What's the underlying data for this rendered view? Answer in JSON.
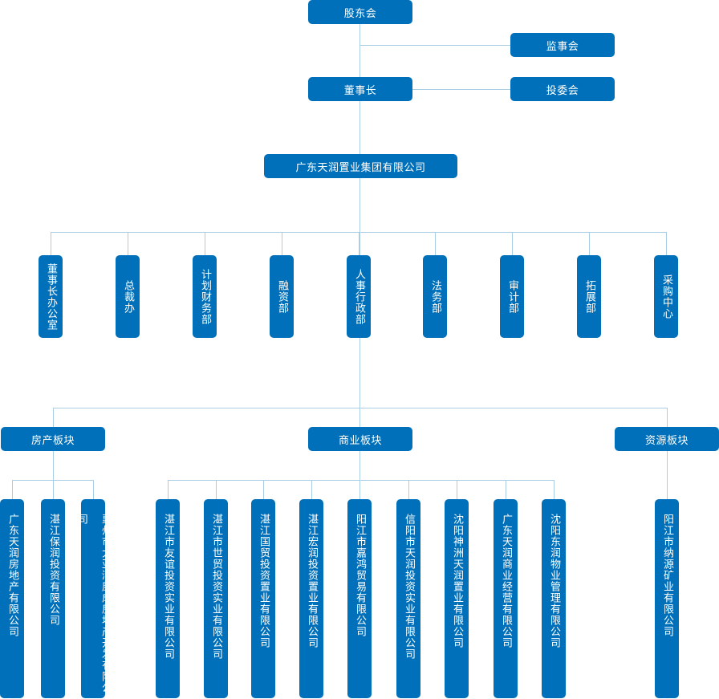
{
  "chart_title": "",
  "colors": {
    "node": "#0070ba",
    "connector": "#a9cde3",
    "text": "#ffffff"
  },
  "top": {
    "shareholders": "股东会",
    "supervisory_board": "监事会",
    "chairman": "董事长",
    "investment_committee": "投委会",
    "group": "广东天润置业集团有限公司"
  },
  "departments": [
    "董事长办公室",
    "总裁办",
    "计划财务部",
    "融资部",
    "人事行政部",
    "法务部",
    "审计部",
    "拓展部",
    "采购中心"
  ],
  "segments": {
    "real_estate": {
      "label": "房产板块",
      "companies": [
        "广东天润房地产有限公司",
        "湛江保润投资有限公司",
        "惠州市大亚湾康成房地产开发有限公司"
      ]
    },
    "commercial": {
      "label": "商业板块",
      "companies": [
        "湛江市友谊投资实业有限公司",
        "湛江市世贸投资实业有限公司",
        "湛江国贸投资置业有限公司",
        "湛江宏润投资置业有限公司",
        "阳江市嘉鸿贸易有限公司",
        "信阳市天润投资实业有限公司",
        "沈阳神洲天润置业有限公司",
        "广东天润商业经营有限公司",
        "沈阳东润物业管理有限公司"
      ]
    },
    "resources": {
      "label": "资源板块",
      "companies": [
        "阳江市纳源矿业有限公司"
      ]
    }
  }
}
